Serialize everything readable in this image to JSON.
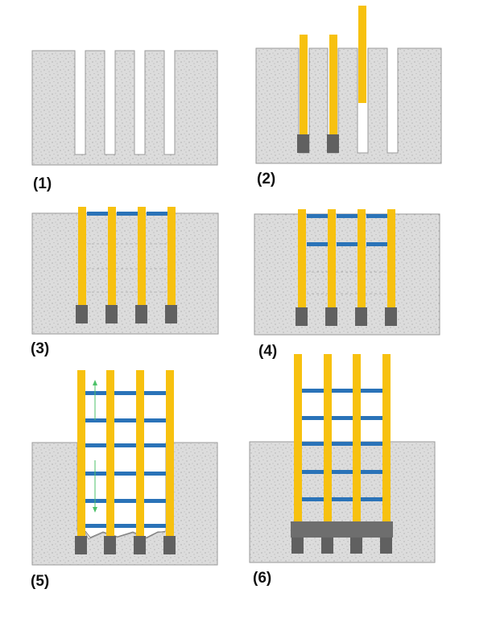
{
  "colors": {
    "soil": "#dcdcdc",
    "soil_border": "#9a9a9a",
    "soil_dots": "#9c9c9c",
    "column": "#f7c10f",
    "column_edge": "#e2a800",
    "beam": "#2a73b8",
    "pile": "#606060",
    "cap": "#6e6e6e",
    "arrow": "#4cc268",
    "dash": "#b4b4b4"
  },
  "panels": [
    {
      "label": "(1)",
      "scene": "trenches-excavated"
    },
    {
      "label": "(2)",
      "scene": "columns-inserted"
    },
    {
      "label": "(3)",
      "scene": "top-beams-installed"
    },
    {
      "label": "(4)",
      "scene": "second-level-beams"
    },
    {
      "label": "(5)",
      "scene": "excavation-with-bracing"
    },
    {
      "label": "(6)",
      "scene": "foundation-slab-cast"
    }
  ]
}
